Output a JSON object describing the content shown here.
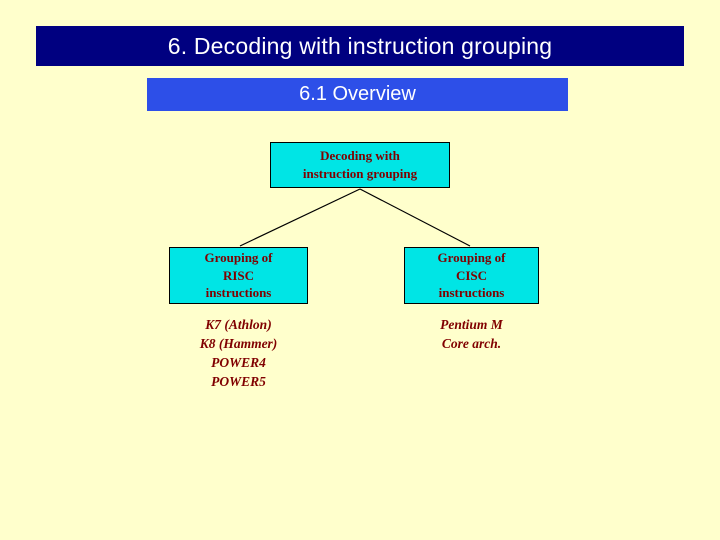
{
  "slide": {
    "background_color": "#ffffcc",
    "title": "6. Decoding with instruction grouping",
    "section": "6.1 Overview"
  },
  "diagram": {
    "root": {
      "line1": "Decoding with",
      "line2": "instruction grouping"
    },
    "branches": [
      {
        "id": "risc",
        "line1": "Grouping of",
        "line2": "RISC",
        "line3": "instructions",
        "examples": [
          "K7 (Athlon)",
          "K8 (Hammer)",
          "POWER4",
          "POWER5"
        ]
      },
      {
        "id": "cisc",
        "line1": "Grouping of",
        "line2": "CISC",
        "line3": "instructions",
        "examples": [
          "Pentium M",
          "Core arch."
        ]
      }
    ],
    "colors": {
      "box_fill": "#00e5e5",
      "box_border": "#000000",
      "text": "#800000",
      "title_bar": "#000080",
      "section_bar": "#2d4fe8"
    }
  }
}
